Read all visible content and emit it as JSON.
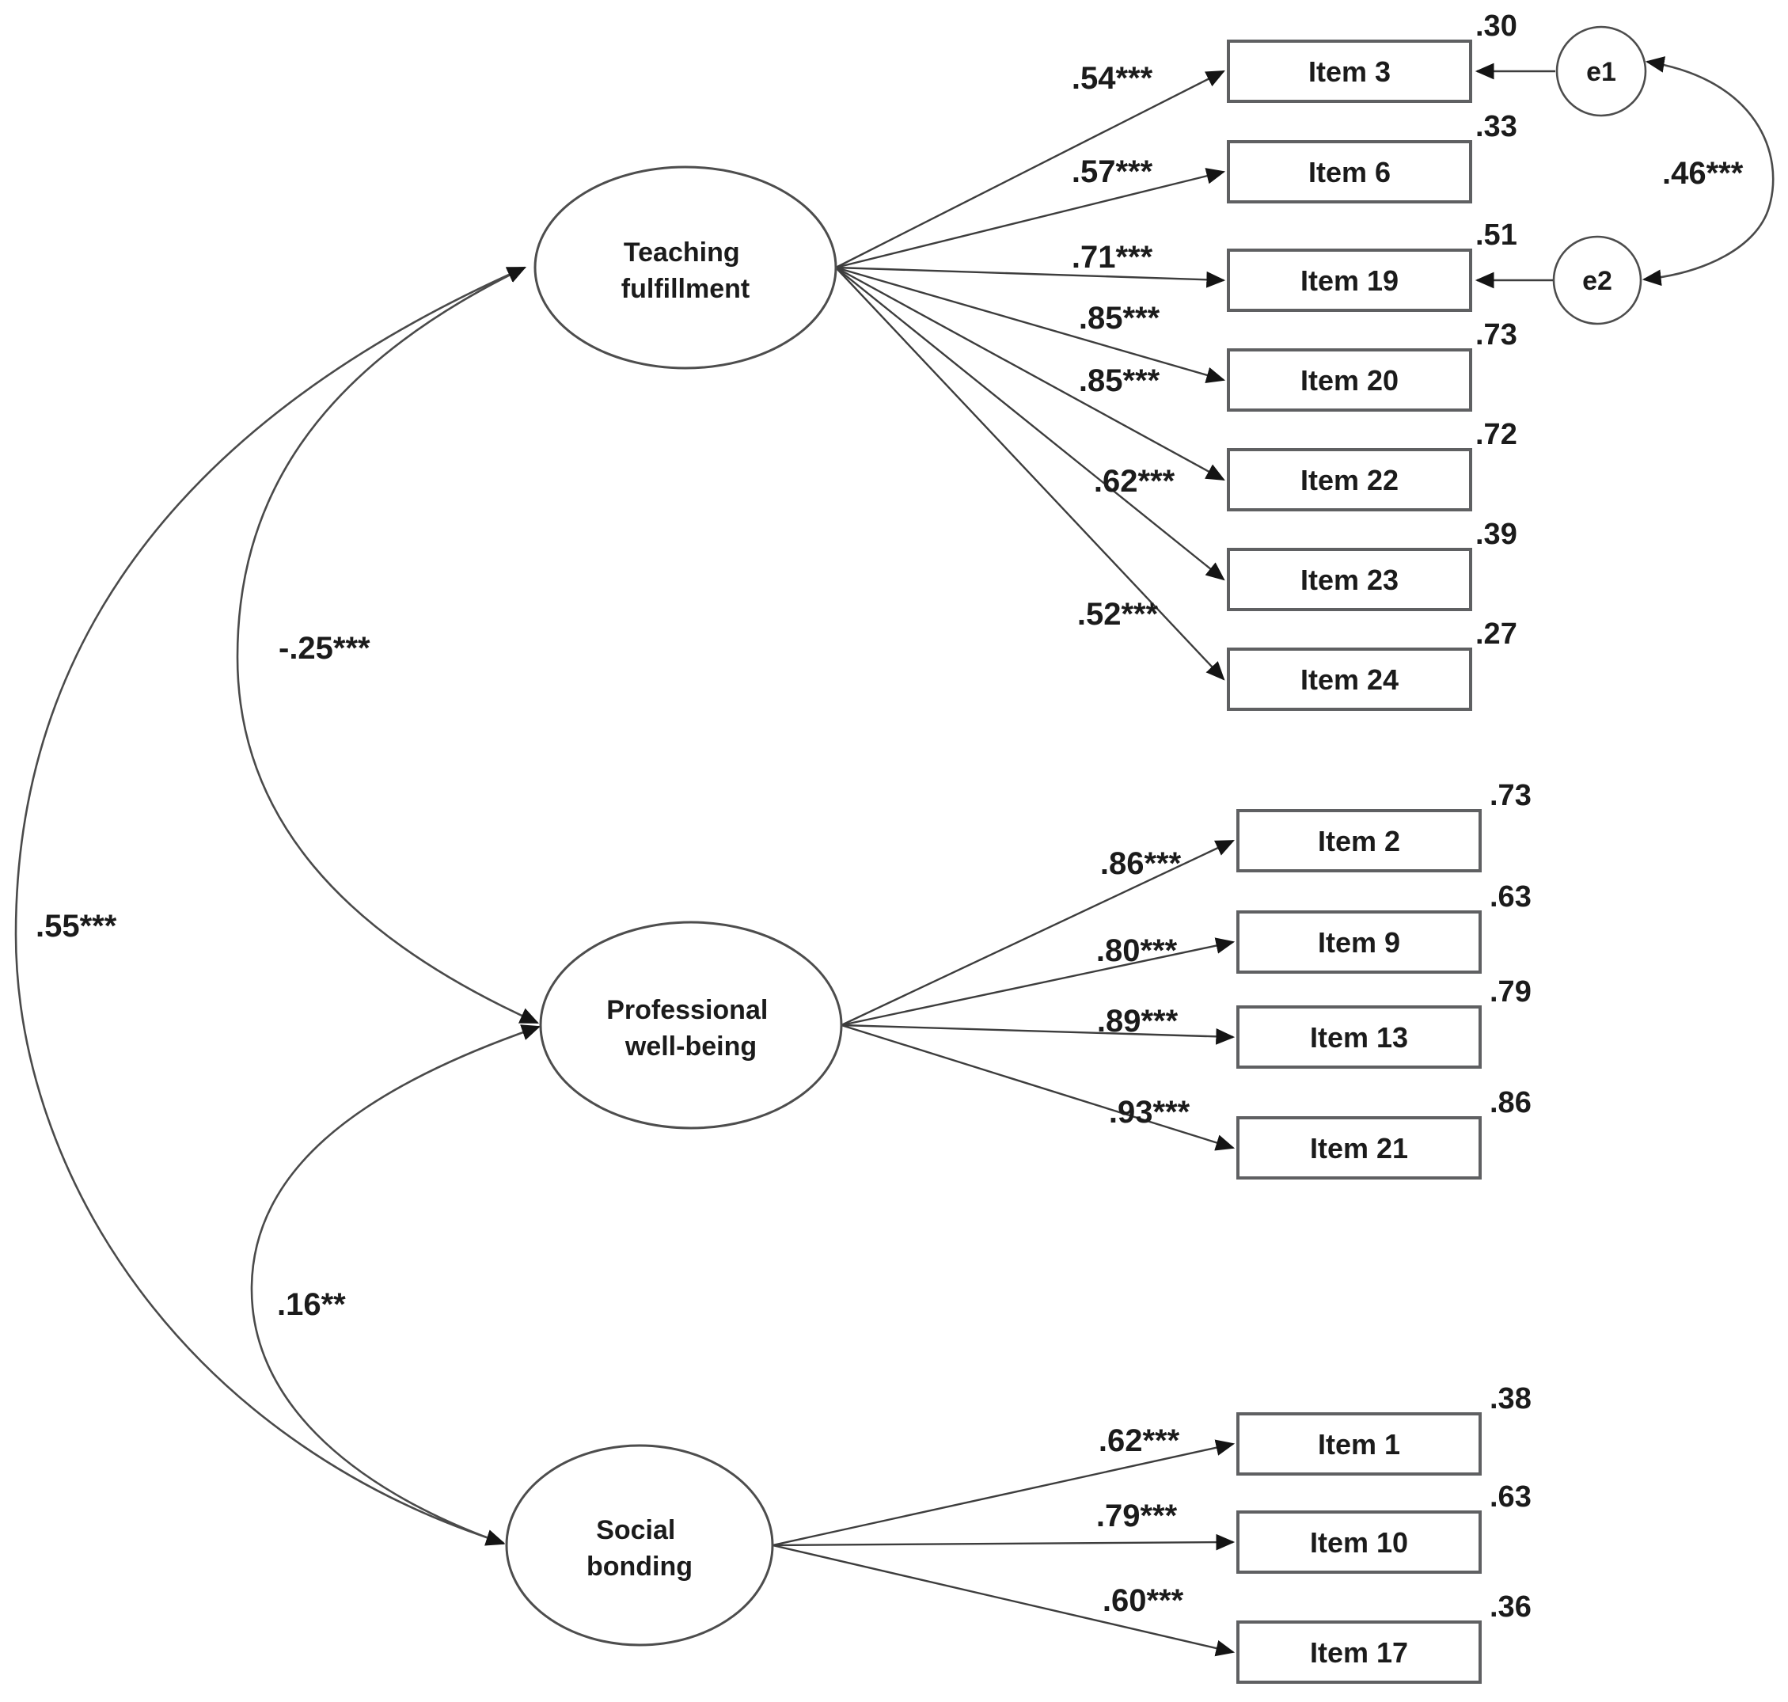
{
  "model": {
    "factors": [
      {
        "name_line1": "Teaching",
        "name_line2": "fulfillment",
        "items": [
          {
            "label": "Item 3",
            "loading": ".54***",
            "variance": ".30"
          },
          {
            "label": "Item 6",
            "loading": ".57***",
            "variance": ".33"
          },
          {
            "label": "Item 19",
            "loading": ".71***",
            "variance": ".51"
          },
          {
            "label": "Item 20",
            "loading": ".85***",
            "variance": ".73"
          },
          {
            "label": "Item 22",
            "loading": ".85***",
            "variance": ".72"
          },
          {
            "label": "Item 23",
            "loading": ".62***",
            "variance": ".39"
          },
          {
            "label": "Item 24",
            "loading": ".52***",
            "variance": ".27"
          }
        ]
      },
      {
        "name_line1": "Professional",
        "name_line2": "well-being",
        "items": [
          {
            "label": "Item 2",
            "loading": ".86***",
            "variance": ".73"
          },
          {
            "label": "Item 9",
            "loading": ".80***",
            "variance": ".63"
          },
          {
            "label": "Item 13",
            "loading": ".89***",
            "variance": ".79"
          },
          {
            "label": "Item 21",
            "loading": ".93***",
            "variance": ".86"
          }
        ]
      },
      {
        "name_line1": "Social",
        "name_line2": "bonding",
        "items": [
          {
            "label": "Item 1",
            "loading": ".62***",
            "variance": ".38"
          },
          {
            "label": "Item 10",
            "loading": ".79***",
            "variance": ".63"
          },
          {
            "label": "Item 17",
            "loading": ".60***",
            "variance": ".36"
          }
        ]
      }
    ],
    "covariances": {
      "teaching_social": ".55***",
      "teaching_professional": "-.25***",
      "professional_social": ".16**",
      "e1_e2": ".46***"
    },
    "errors": [
      {
        "label": "e1"
      },
      {
        "label": "e2"
      }
    ]
  },
  "colors": {
    "line": "#3d3d3d",
    "curve": "#4a4a4a",
    "box_border": "#5f6062",
    "ellipse_border": "#4d4d4d",
    "text": "#1b1b1b",
    "background": "#ffffff"
  }
}
